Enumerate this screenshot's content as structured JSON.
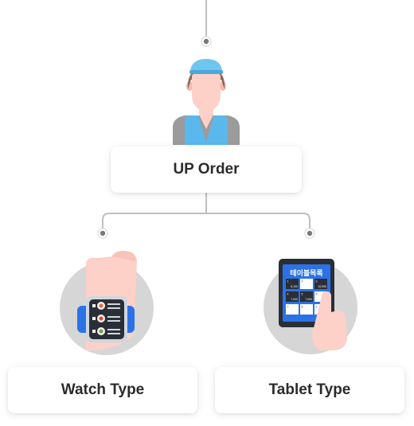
{
  "nodes": {
    "top": {
      "label": "UP Order"
    },
    "watch": {
      "label": "Watch Type"
    },
    "tablet": {
      "label": "Tablet Type"
    }
  },
  "tablet_screen": {
    "title": "테이블목록",
    "tiles": [
      {
        "num": "1",
        "amount": "6,100"
      },
      {
        "num": "2",
        "amount": ""
      },
      {
        "num": "3",
        "amount": "10,500"
      },
      {
        "num": "4",
        "amount": "7,000"
      },
      {
        "num": "5",
        "amount": "7,000"
      },
      {
        "num": "6",
        "amount": ""
      },
      {
        "num": "7",
        "amount": ""
      },
      {
        "num": "8",
        "amount": ""
      },
      {
        "num": "9",
        "amount": ""
      }
    ]
  },
  "colors": {
    "connector": "#bfbfbf",
    "dot": "#7a7a7a",
    "circle_bg": "#d6d6d6",
    "skin": "#fdd0c8",
    "hair": "#8a6a58",
    "cap": "#6ec6ee",
    "vest": "#5ab8ec",
    "watch_band": "#2b72e6",
    "tablet_screen": "#2b72e6"
  }
}
